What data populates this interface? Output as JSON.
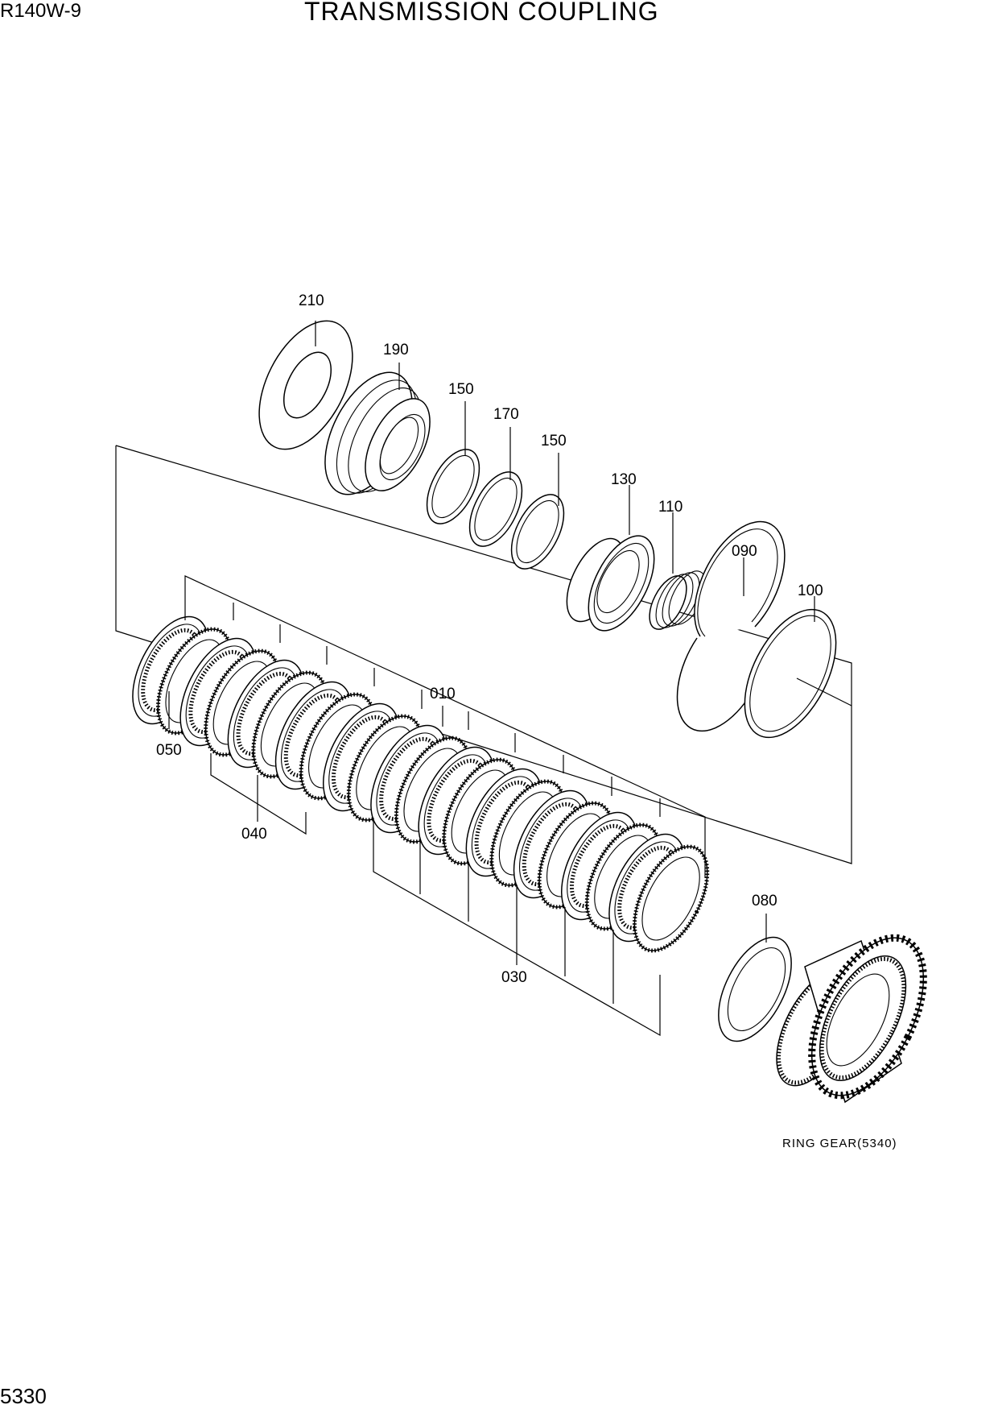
{
  "header": {
    "model": "R140W-9",
    "title": "TRANSMISSION COUPLING"
  },
  "footer": {
    "page_number": "5330"
  },
  "callouts": {
    "p210": "210",
    "p190": "190",
    "p150a": "150",
    "p170": "170",
    "p150b": "150",
    "p130": "130",
    "p110": "110",
    "p090": "090",
    "p100": "100",
    "p010": "010",
    "p050": "050",
    "p040": "040",
    "p030": "030",
    "p080": "080"
  },
  "notes": {
    "ring_gear": "RING GEAR(5340)"
  }
}
